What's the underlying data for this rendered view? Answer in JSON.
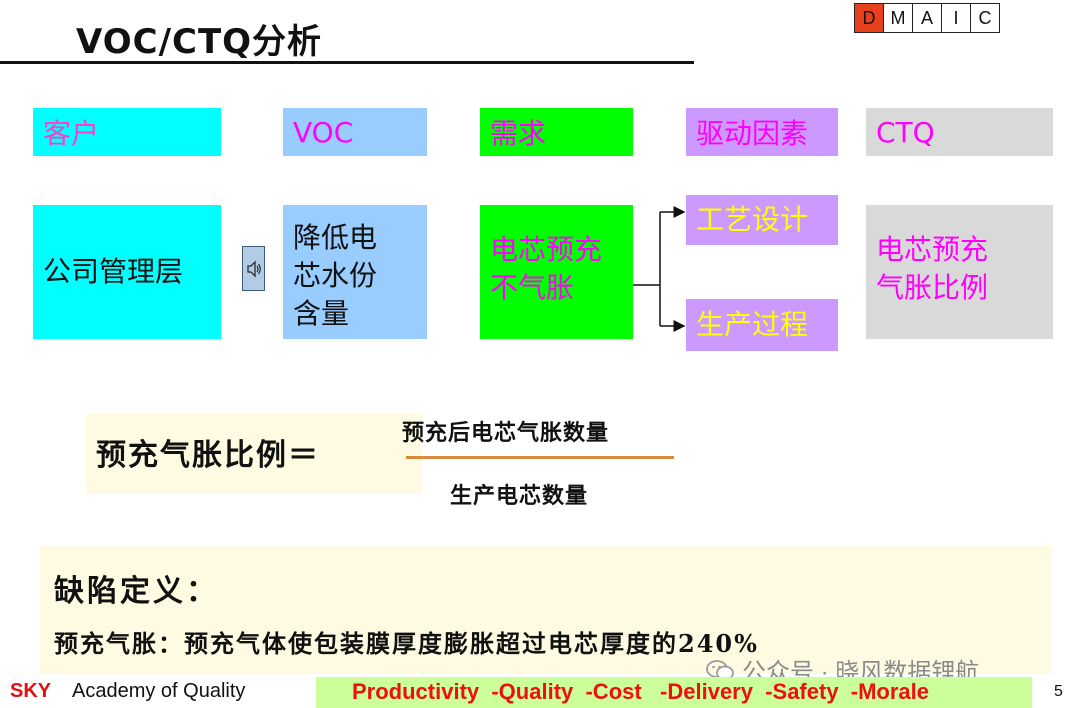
{
  "title": "VOC/CTQ分析",
  "dmaic": [
    "D",
    "M",
    "A",
    "I",
    "C"
  ],
  "headers": {
    "customer": "客户",
    "voc": "VOC",
    "need": "需求",
    "driver": "驱动因素",
    "ctq": "CTQ"
  },
  "content": {
    "customer": "公司管理层",
    "voc": [
      "降低电",
      "芯水份",
      "含量"
    ],
    "need": [
      "电芯预充",
      "不气胀"
    ],
    "driver_1": "工艺设计",
    "driver_2": "生产过程",
    "ctq": [
      "电芯预充",
      "气胀比例"
    ]
  },
  "formula": {
    "lhs": "预充气胀比例＝",
    "numerator": "预充后电芯气胀数量",
    "denominator": "生产电芯数量"
  },
  "defect": {
    "title": "缺陷定义：",
    "text": "预充气胀：预充气体使包装膜厚度膨胀超过电芯厚度的240%"
  },
  "watermark": "公众号 · 晓风数据锂航",
  "footer": {
    "sky": "SKY",
    "academy": "Academy of Quality",
    "pqc": "Productivity  -Quality  -Cost   -Delivery  -Safety  -Morale",
    "page": "5"
  },
  "colors": {
    "customer_fill": "#00ffff",
    "voc_fill": "#99ccff",
    "need_fill": "#00ff00",
    "driver_fill": "#cc99ff",
    "ctq_fill": "#d9d9d9",
    "active_phase": "#e8401c",
    "footer_band": "#ccff99"
  },
  "icons": {
    "speaker": "speaker-icon",
    "watermark_logo": "wechat-icon"
  }
}
